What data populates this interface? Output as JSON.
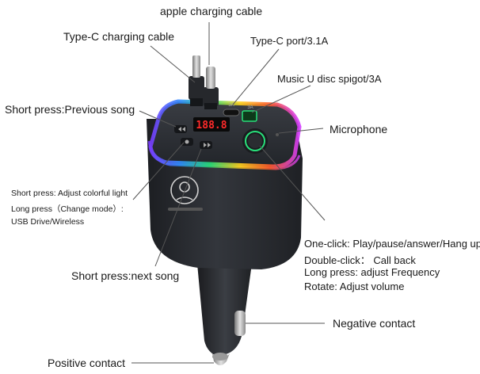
{
  "labels": {
    "apple_cable": "apple charging cable",
    "typec_cable": "Type-C charging cable",
    "typec_port": "Type-C port/3.1A",
    "music_u": "Music U disc spigot/3A",
    "prev_song": "Short press:Previous song",
    "microphone": "Microphone",
    "colorful_1": "Short press: Adjust colorful light",
    "colorful_2": "Long press（Change mode）:",
    "colorful_3": "USB Drive/Wireless",
    "knob_1": "One-click:  Play/pause/answer/Hang up",
    "knob_2": "Double-click：  Call back",
    "knob_3": "Long press:  adjust Frequency",
    "knob_4": "Rotate:  Adjust volume",
    "next_song": "Short press:next song",
    "negative": "Negative contact",
    "positive": "Positive contact"
  },
  "device": {
    "display": "188.8",
    "port_label_left": "3A",
    "port_label_right": "3A"
  },
  "colors": {
    "body": "#2b2e33",
    "leader": "#555555",
    "display": "#ff2a2a"
  }
}
